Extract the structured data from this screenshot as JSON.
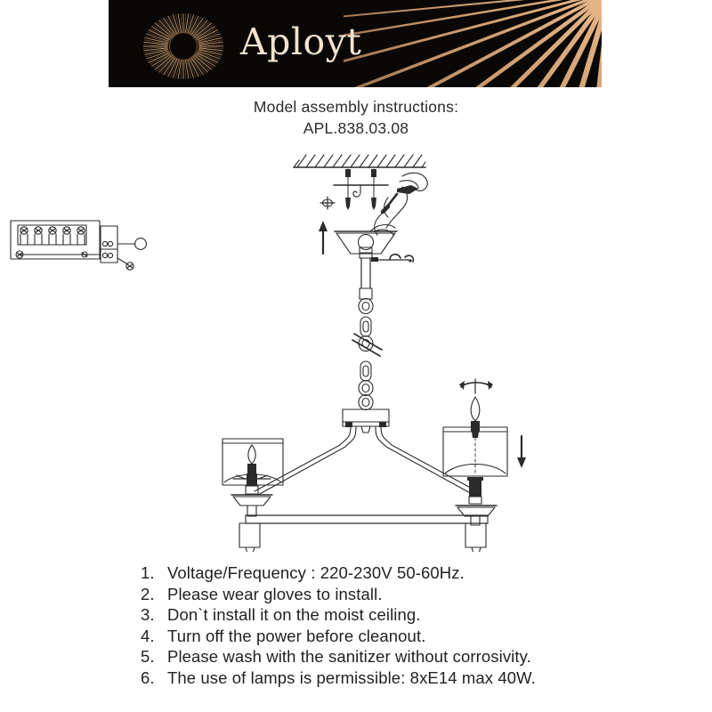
{
  "brand": {
    "wordmark": "Aployt",
    "banner_bg": "#0a0807",
    "ray_color": "#d7a878",
    "wordmark_color": "#f3e3cf",
    "logo_icon": "sunburst-logo-icon"
  },
  "title": {
    "heading": "Model assembly instructions:",
    "model_code": "APL.838.03.08"
  },
  "diagram": {
    "label": "chandelier-assembly-diagram",
    "parts": [
      {
        "name": "ceiling-hatching",
        "label": ""
      },
      {
        "name": "ceiling-anchor-screws",
        "label": ""
      },
      {
        "name": "mounting-bar-with-hook",
        "label": ""
      },
      {
        "name": "screwdriver-and-wires",
        "label": ""
      },
      {
        "name": "terminal-block",
        "label": ""
      },
      {
        "name": "canopy-cup",
        "label": ""
      },
      {
        "name": "suspension-chain",
        "label": ""
      },
      {
        "name": "chain-break-symbol",
        "label": ""
      },
      {
        "name": "center-body-plate",
        "label": ""
      },
      {
        "name": "chandelier-arms",
        "label": ""
      },
      {
        "name": "lamp-shade-left",
        "label": ""
      },
      {
        "name": "lamp-shade-right",
        "label": ""
      },
      {
        "name": "candle-bulb",
        "label": ""
      },
      {
        "name": "rotate-arrow",
        "label": ""
      },
      {
        "name": "down-arrow",
        "label": ""
      },
      {
        "name": "up-arrow",
        "label": ""
      },
      {
        "name": "bottom-rail",
        "label": ""
      },
      {
        "name": "finial",
        "label": ""
      }
    ]
  },
  "instructions": [
    {
      "num": "1.",
      "text": "Voltage/Frequency : 220-230V 50-60Hz."
    },
    {
      "num": "2.",
      "text": "Please wear gloves to install."
    },
    {
      "num": "3.",
      "text": "Don`t install it on the moist ceiling."
    },
    {
      "num": "4.",
      "text": "Turn off the power before cleanout."
    },
    {
      "num": "5.",
      "text": "Please wash with the sanitizer without corrosivity."
    },
    {
      "num": "6.",
      "text": "The use of lamps is permissible: 8xE14 max 40W."
    }
  ]
}
